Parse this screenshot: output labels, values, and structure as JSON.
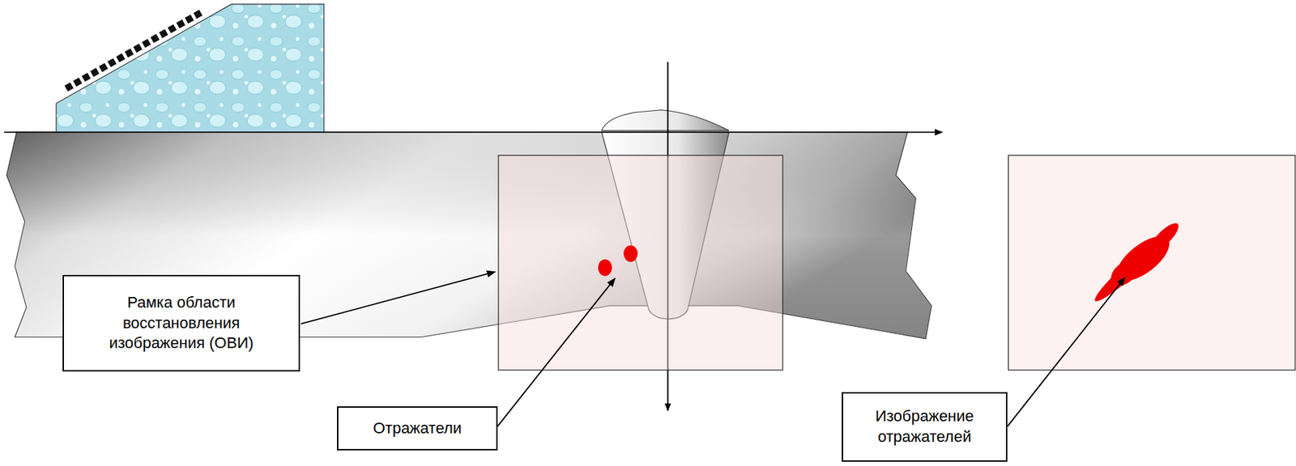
{
  "diagram": {
    "nodes": [
      {
        "text": [
          "Рамка области восстановления изображения (ОВИ)"
        ]
      },
      {
        "text": [
          "Отражатели"
        ]
      },
      {
        "text": [
          "Изображение отражателей"
        ]
      }
    ]
  }
}
